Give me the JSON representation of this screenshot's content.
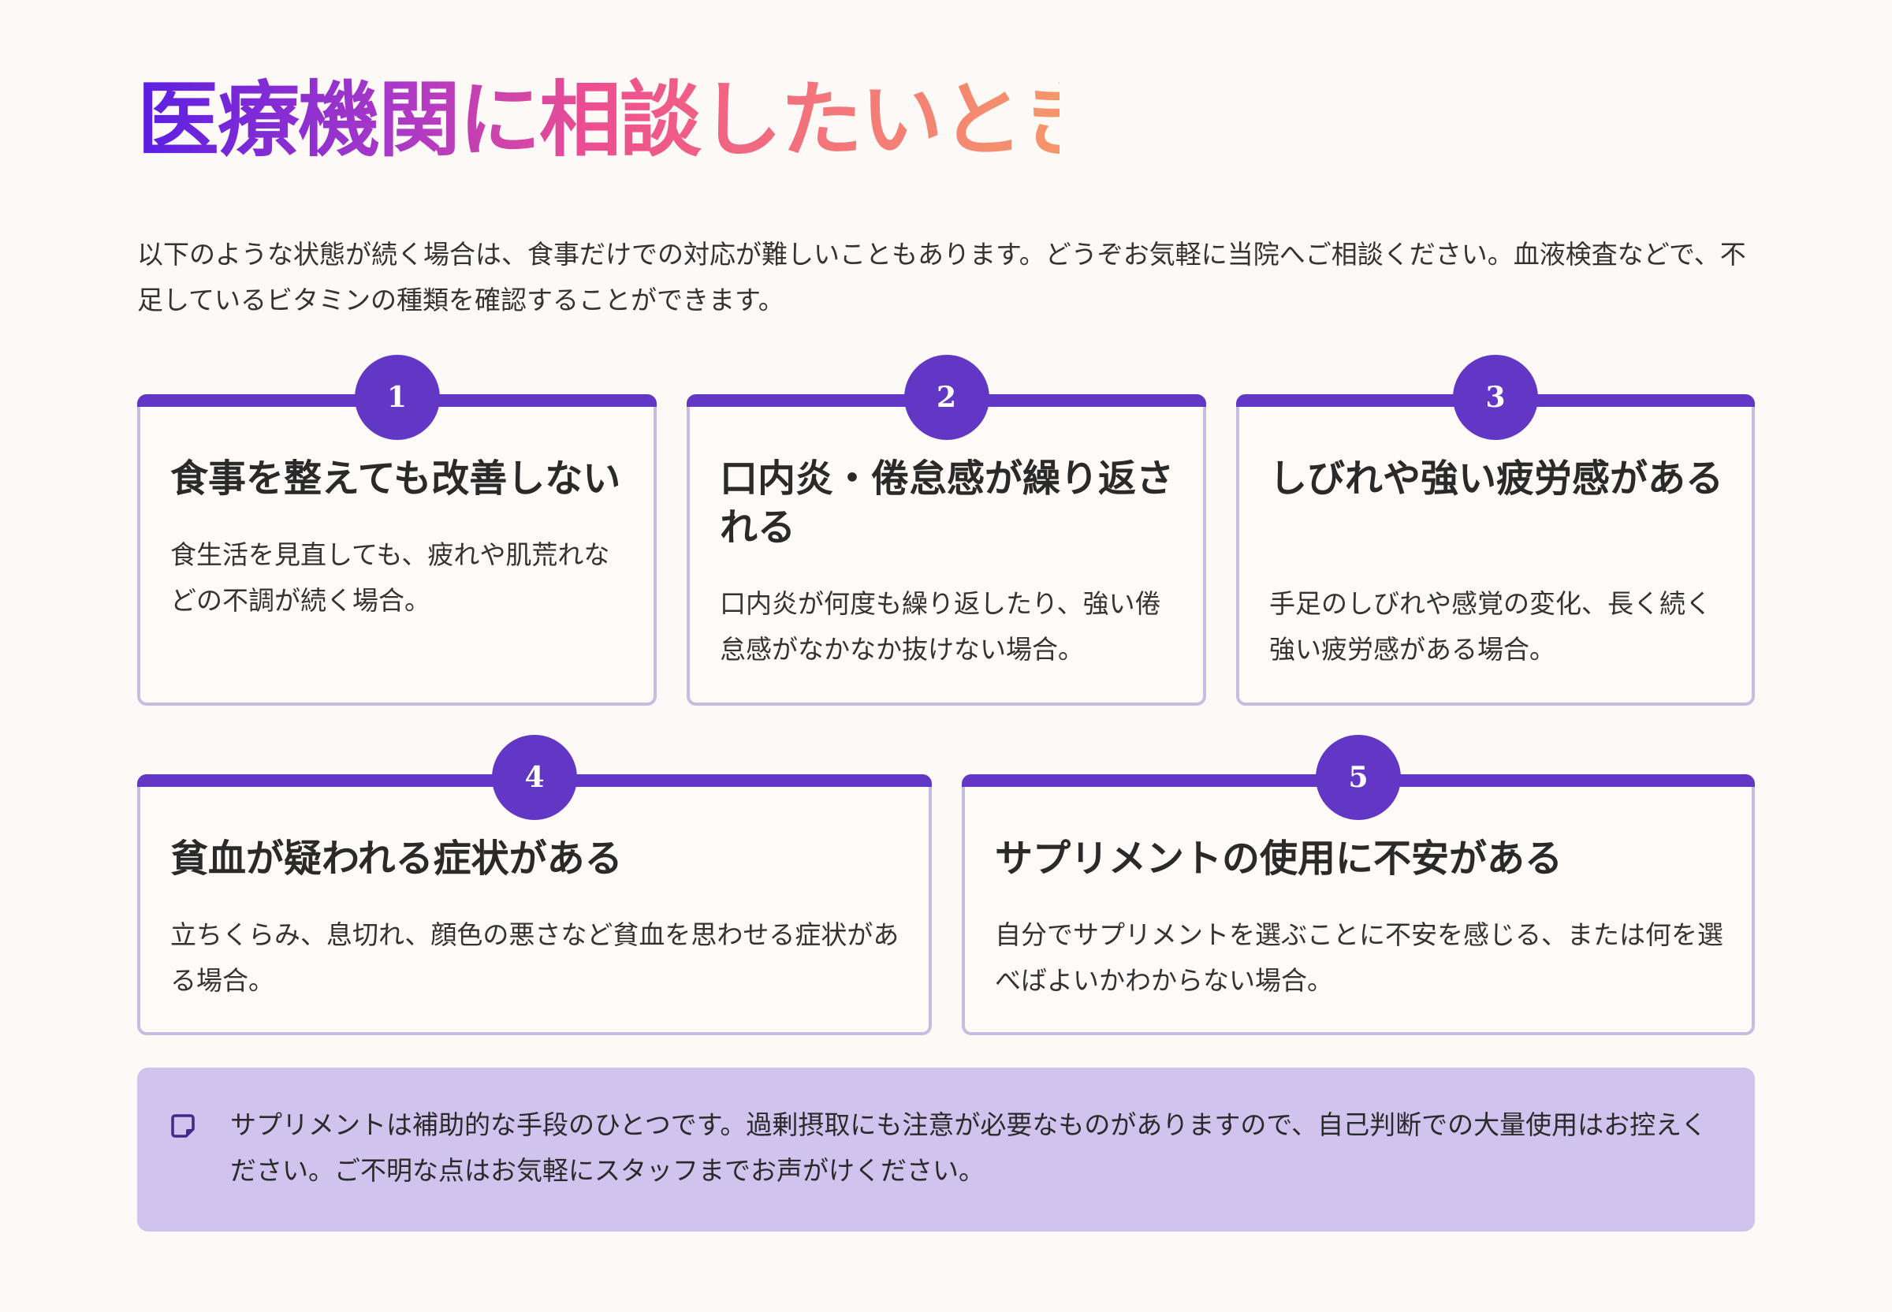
{
  "title": "医療機関に相談したいとき",
  "intro": "以下のような状態が続く場合は、食事だけでの対応が難しいこともあります。どうぞお気軽に当院へご相談ください。血液検査などで、不足しているビタミンの種類を確認することができます。",
  "colors": {
    "accent": "#6237c6",
    "card_border": "#c6bde0",
    "note_background": "#d0c4ee",
    "title_gradient": [
      "#5a1fe3",
      "#ee4f8f",
      "#f5966a"
    ],
    "background": "#fdf9f6"
  },
  "cards": [
    {
      "number": "1",
      "heading": "食事を整えても改善しない",
      "description": "食生活を見直しても、疲れや肌荒れなどの不調が続く場合。"
    },
    {
      "number": "2",
      "heading": "口内炎・倦怠感が繰り返される",
      "description": "口内炎が何度も繰り返したり、強い倦怠感がなかなか抜けない場合。"
    },
    {
      "number": "3",
      "heading": "しびれや強い疲労感がある",
      "description": "手足のしびれや感覚の変化、長く続く強い疲労感がある場合。"
    },
    {
      "number": "4",
      "heading": "貧血が疑われる症状がある",
      "description": "立ちくらみ、息切れ、顔色の悪さなど貧血を思わせる症状がある場合。"
    },
    {
      "number": "5",
      "heading": "サプリメントの使用に不安がある",
      "description": "自分でサプリメントを選ぶことに不安を感じる、または何を選べばよいかわからない場合。"
    }
  ],
  "note": {
    "icon": "sticky-note-icon",
    "text": "サプリメントは補助的な手段のひとつです。過剰摂取にも注意が必要なものがありますので、自己判断での大量使用はお控えください。ご不明な点はお気軽にスタッフまでお声がけください。"
  }
}
